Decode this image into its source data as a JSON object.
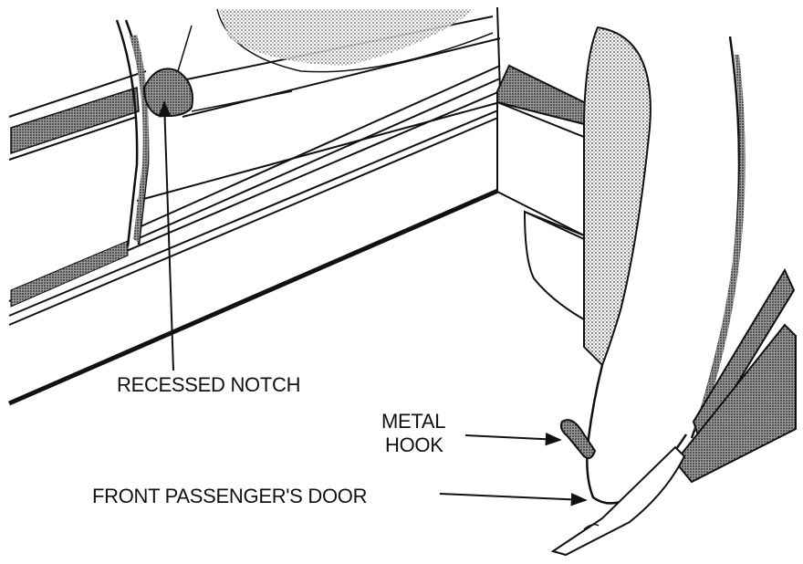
{
  "labels": {
    "recessed_notch": "RECESSED NOTCH",
    "metal_hook_line1": "METAL",
    "metal_hook_line2": "HOOK",
    "front_passenger_door": "FRONT PASSENGER'S DOOR"
  },
  "colors": {
    "ink": "#111111",
    "shade": "#8a8a8a",
    "dark_shade": "#555555",
    "background": "#ffffff"
  }
}
